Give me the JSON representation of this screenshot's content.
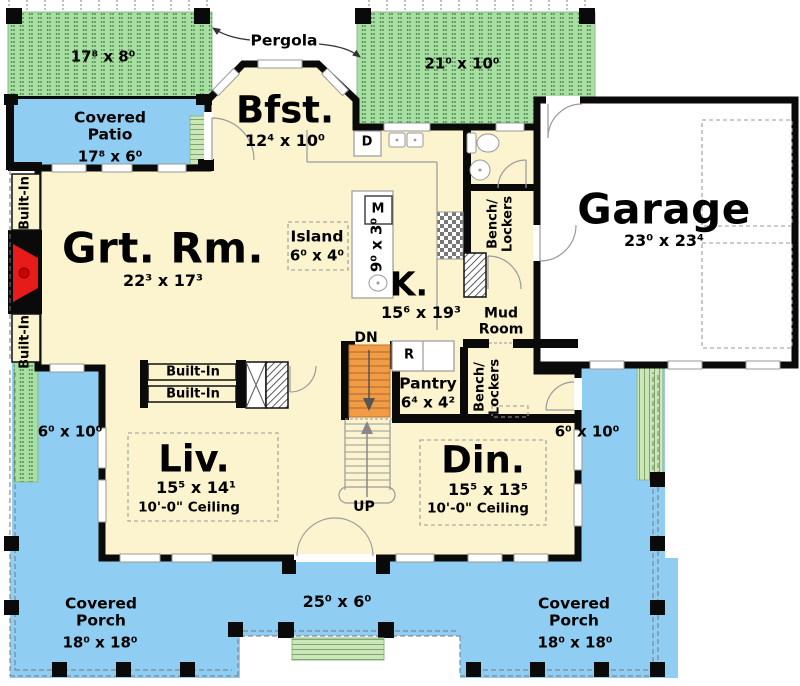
{
  "colors": {
    "cream": "#FBF4CF",
    "blue": "#8FCEF2",
    "green": "#A8DFA3",
    "green_dot": "#3E7C3E",
    "steps_green": "#CBE7BA",
    "orange": "#F29B45",
    "red": "#E81B1B",
    "wall": "#0A0A0A",
    "line_gray": "#9A9A9A",
    "white": "#FFFFFF"
  },
  "outdoor": {
    "pergola": {
      "label": "Pergola",
      "left_dims": "17⁸ x 8⁰",
      "right_dims": "21⁰ x 10⁰"
    },
    "covered_patio": {
      "line1": "Covered",
      "line2": "Patio",
      "dims": "17⁸ x 6⁰"
    },
    "left_side_porch_dims": "6⁰ x 10⁰",
    "right_side_porch_dims": "6⁰ x 10⁰",
    "front_porch_dims": "25⁰ x 6⁰",
    "covered_porch_left": {
      "line1": "Covered",
      "line2": "Porch",
      "dims": "18⁰ x 18⁰"
    },
    "covered_porch_right": {
      "line1": "Covered",
      "line2": "Porch",
      "dims": "18⁰ x 18⁰"
    }
  },
  "rooms": {
    "breakfast": {
      "name": "Bfst.",
      "dims": "12⁴ x 10⁰"
    },
    "great_room": {
      "name": "Grt. Rm.",
      "dims": "22³ x 17³"
    },
    "kitchen": {
      "name": "K.",
      "dims": "15⁶ x 19³"
    },
    "island": {
      "name": "Island",
      "dims": "6⁰ x 4⁰",
      "counter_dims": "9⁰ x 3⁰"
    },
    "garage": {
      "name": "Garage",
      "dims": "23⁰ x 23⁴"
    },
    "mud_room": {
      "line1": "Mud",
      "line2": "Room"
    },
    "pantry": {
      "name": "Pantry",
      "dims": "6⁴ x 4²"
    },
    "living": {
      "name": "Liv.",
      "dims": "15⁵ x 14¹",
      "ceiling": "10'-0\" Ceiling"
    },
    "dining": {
      "name": "Din.",
      "dims": "15⁵ x 13⁵",
      "ceiling": "10'-0\" Ceiling"
    }
  },
  "features": {
    "bench_lockers": {
      "line1": "Bench/",
      "line2": "Lockers"
    },
    "built_in": "Built-In",
    "stairs_down": "DN",
    "stairs_up": "UP",
    "appliances": {
      "dishwasher": "D",
      "microwave": "M",
      "refrigerator": "R"
    }
  }
}
